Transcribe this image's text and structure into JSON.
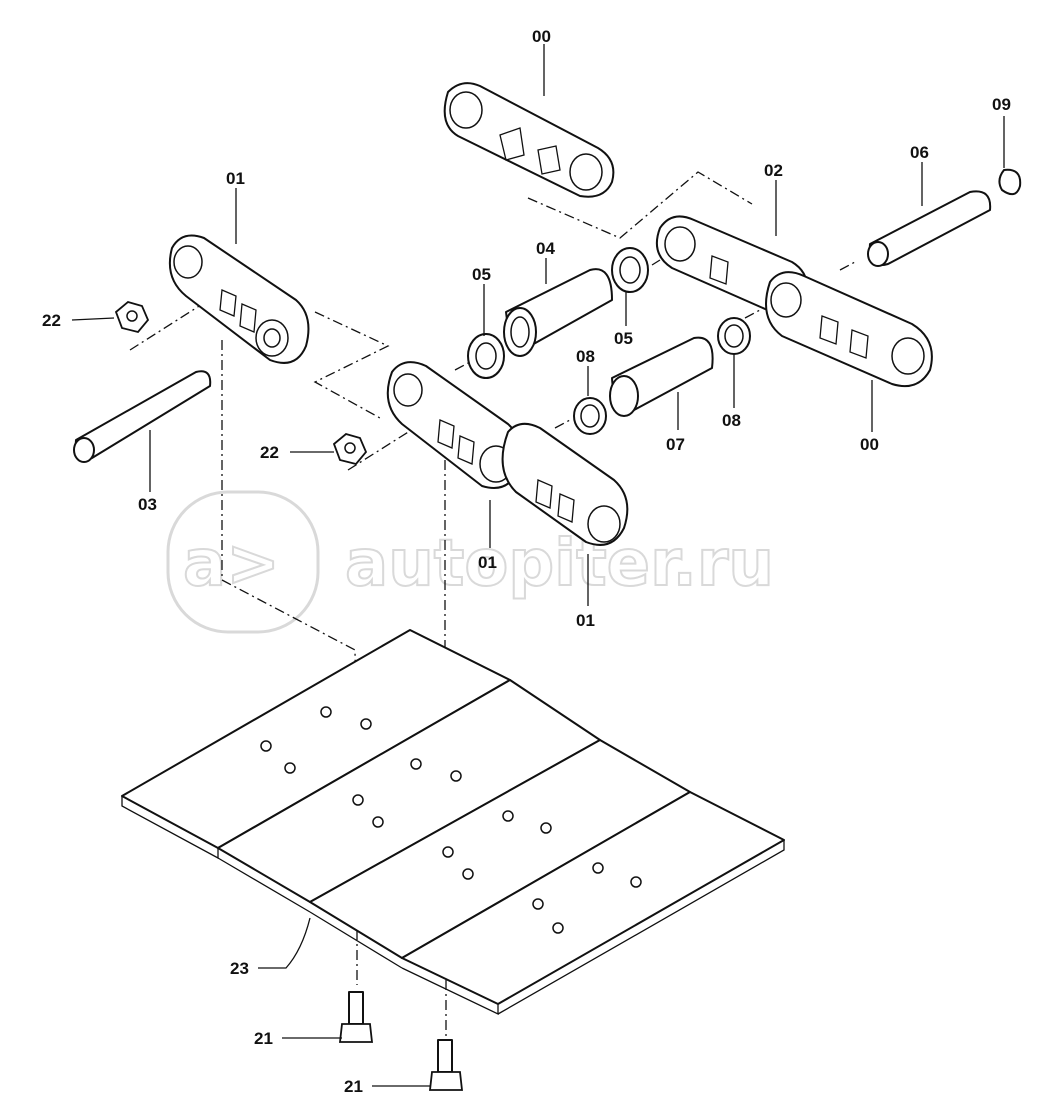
{
  "watermark": {
    "text": "autopiter.ru",
    "logo_text": "a>"
  },
  "callouts": [
    {
      "id": "c00a",
      "text": "00"
    },
    {
      "id": "c09",
      "text": "09"
    },
    {
      "id": "c06",
      "text": "06"
    },
    {
      "id": "c02",
      "text": "02"
    },
    {
      "id": "c01a",
      "text": "01"
    },
    {
      "id": "c04",
      "text": "04"
    },
    {
      "id": "c05a",
      "text": "05"
    },
    {
      "id": "c05b",
      "text": "05"
    },
    {
      "id": "c22a",
      "text": "22"
    },
    {
      "id": "c08a",
      "text": "08"
    },
    {
      "id": "c08b",
      "text": "08"
    },
    {
      "id": "c07",
      "text": "07"
    },
    {
      "id": "c00b",
      "text": "00"
    },
    {
      "id": "c22b",
      "text": "22"
    },
    {
      "id": "c03",
      "text": "03"
    },
    {
      "id": "c01b",
      "text": "01"
    },
    {
      "id": "c01c",
      "text": "01"
    },
    {
      "id": "c23",
      "text": "23"
    },
    {
      "id": "c21a",
      "text": "21"
    },
    {
      "id": "c21b",
      "text": "21"
    }
  ]
}
